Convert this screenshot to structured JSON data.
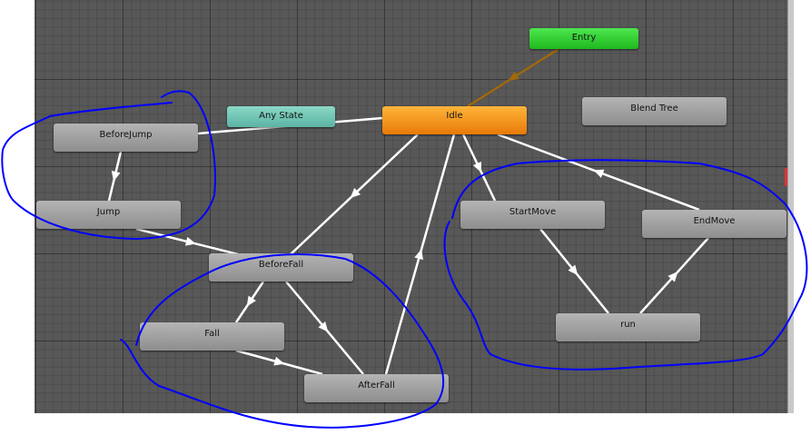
{
  "states": [
    {
      "id": "entry",
      "label": "Entry",
      "kind": "entry"
    },
    {
      "id": "any",
      "label": "Any State",
      "kind": "any"
    },
    {
      "id": "idle",
      "label": "Idle",
      "kind": "idle"
    },
    {
      "id": "blend",
      "label": "Blend Tree",
      "kind": "normal"
    },
    {
      "id": "beforejump",
      "label": "BeforeJump",
      "kind": "normal"
    },
    {
      "id": "jump",
      "label": "Jump",
      "kind": "normal"
    },
    {
      "id": "beforefall",
      "label": "BeforeFall",
      "kind": "normal"
    },
    {
      "id": "startmove",
      "label": "StartMove",
      "kind": "normal"
    },
    {
      "id": "endmove",
      "label": "EndMove",
      "kind": "normal"
    },
    {
      "id": "fall",
      "label": "Fall",
      "kind": "normal"
    },
    {
      "id": "afterfall",
      "label": "AfterFall",
      "kind": "normal"
    },
    {
      "id": "run",
      "label": "run",
      "kind": "normal"
    }
  ],
  "colors": {
    "entry": "#2fd02f",
    "any": "#6fc6b4",
    "idle": "#f08c16",
    "normal": "#a0a0a0",
    "annotation": "#0000ff",
    "transition": "#ffffff",
    "default_transition": "#a0680a"
  }
}
